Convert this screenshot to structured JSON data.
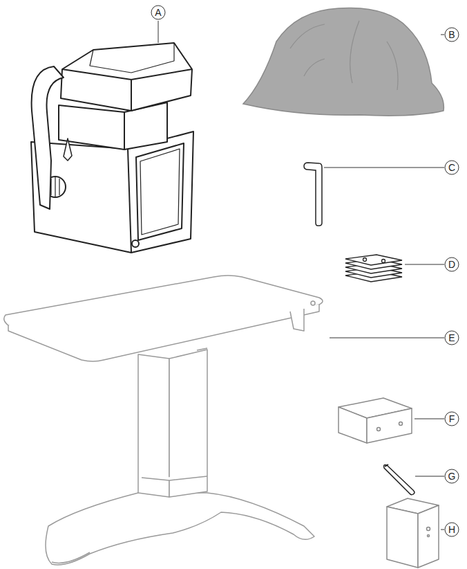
{
  "diagram": {
    "nodes": [
      {
        "text": [
          "A"
        ]
      },
      {
        "text": [
          "B"
        ]
      },
      {
        "text": [
          "C"
        ]
      },
      {
        "text": [
          "D"
        ]
      },
      {
        "text": [
          "E"
        ]
      },
      {
        "text": [
          "F"
        ]
      },
      {
        "text": [
          "G"
        ]
      },
      {
        "text": [
          "H"
        ]
      }
    ]
  }
}
